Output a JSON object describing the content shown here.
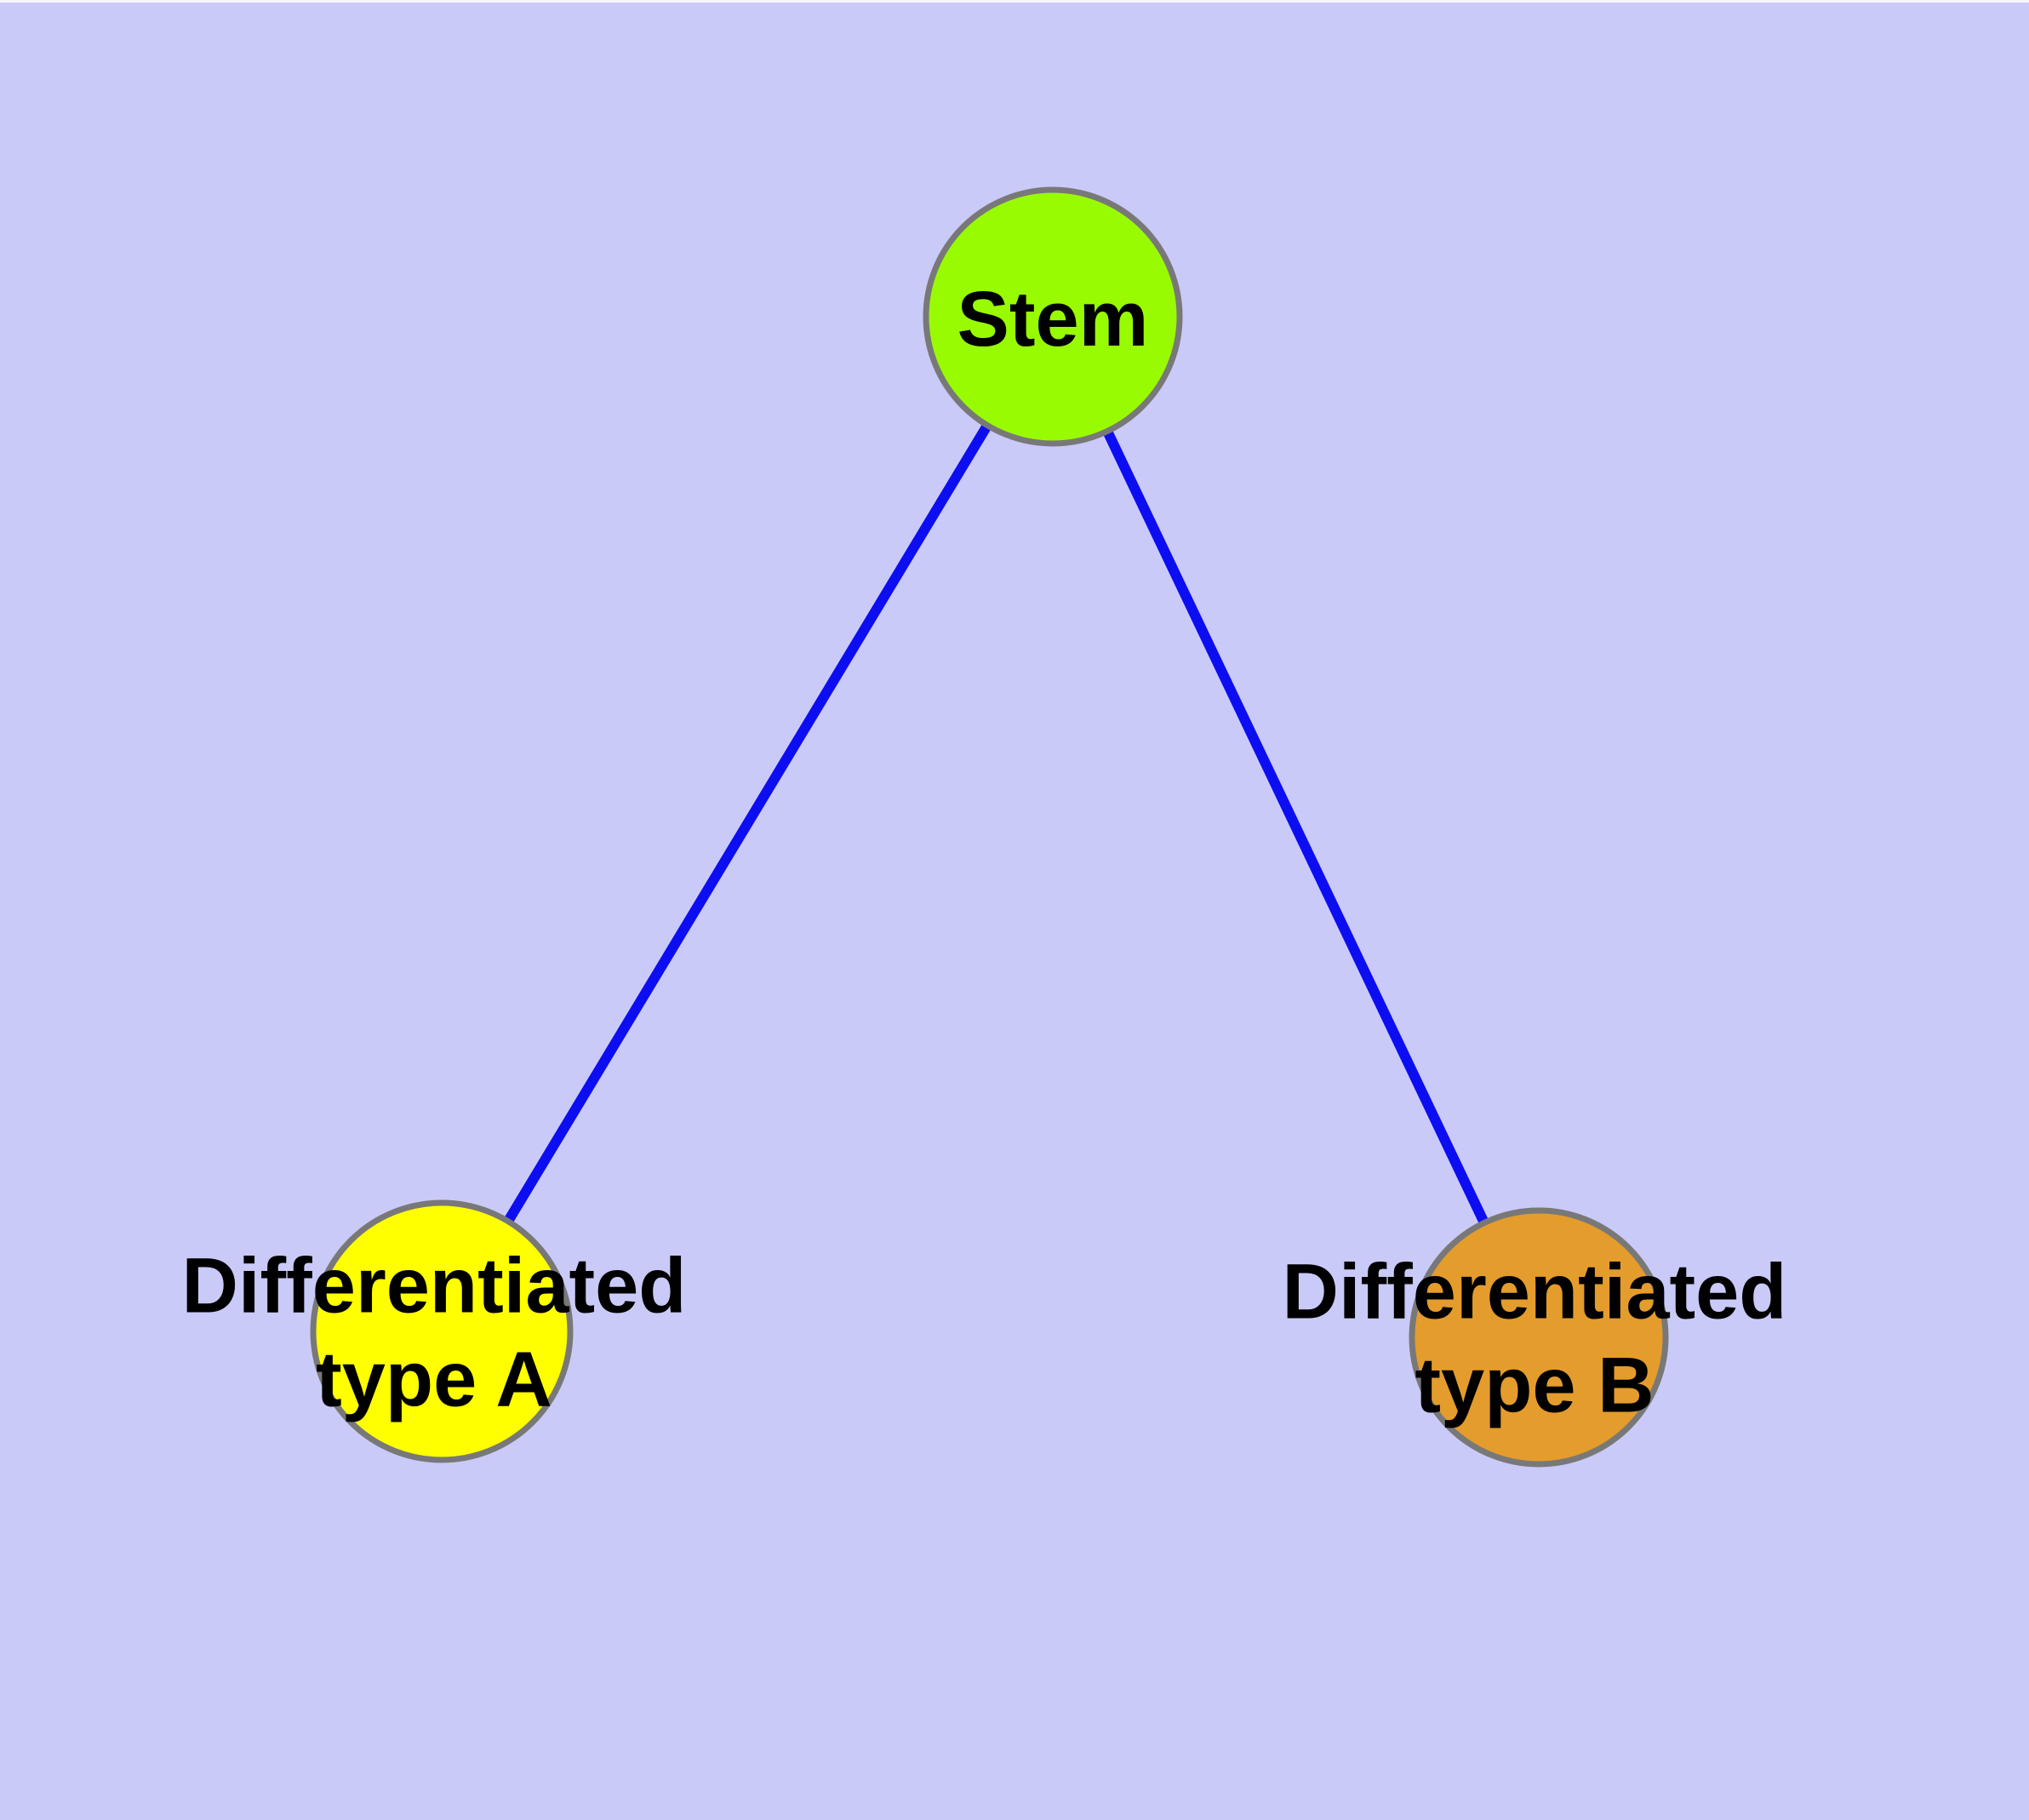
{
  "diagram": {
    "title": "stem-cell-differentiation-graph",
    "colors": {
      "background": "#cacaf8",
      "edge": "#0d0df2",
      "node_border": "#787878",
      "label_text": "#000000"
    },
    "nodes": {
      "stem": {
        "label": "Stem",
        "color": "#99fb01"
      },
      "type_a": {
        "label_line1": "Differentiated",
        "label_line2": "type A",
        "color": "#ffff00"
      },
      "type_b": {
        "label_line1": "Differentiated",
        "label_line2": "type B",
        "color": "#e49c2c"
      }
    },
    "edges": [
      {
        "from": "stem",
        "to": "type_a"
      },
      {
        "from": "stem",
        "to": "type_b"
      }
    ]
  }
}
